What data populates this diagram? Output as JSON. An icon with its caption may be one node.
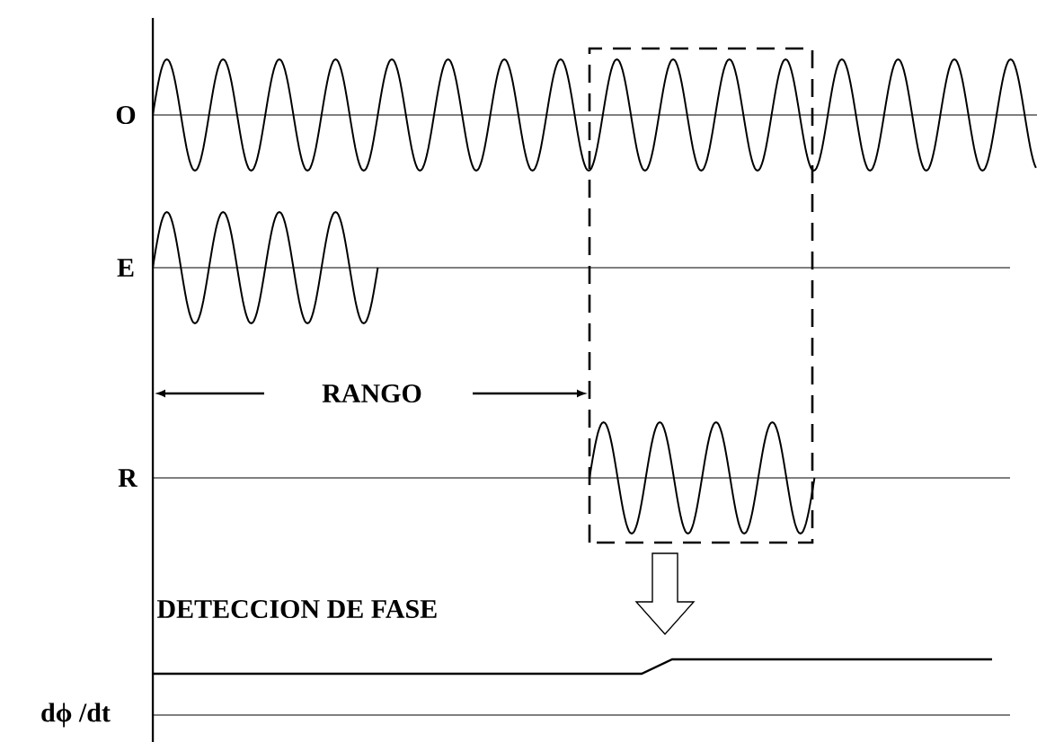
{
  "diagram": {
    "labels": [
      "O",
      "E",
      "RANGO",
      "R",
      "DETECCION DE FASE",
      "dϕ /dt"
    ]
  }
}
